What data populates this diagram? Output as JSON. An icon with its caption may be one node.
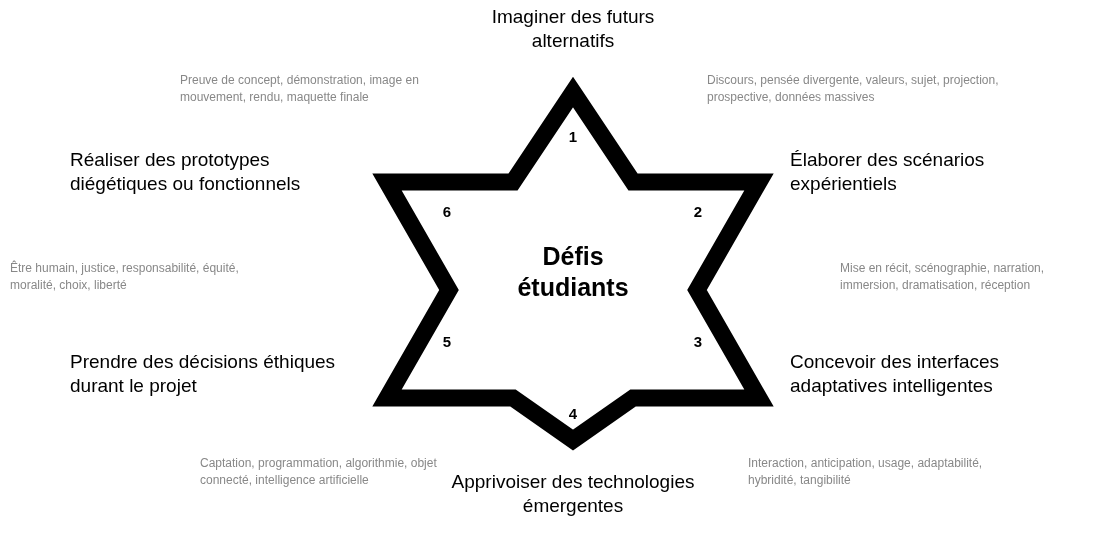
{
  "diagram": {
    "nodes": [
      {
        "text": [
          "Défis étudiants"
        ]
      }
    ],
    "labels": [
      "Imaginer des futurs alternatifs",
      "Preuve de concept, démonstration, image en mouvement, rendu, maquette finale",
      "Discours, pensée divergente, valeurs, sujet, projection, prospective, données massives",
      "1",
      "Réaliser des prototypes diégétiques ou fonctionnels",
      "Élaborer des scénarios expérientiels",
      "6",
      "2",
      "Être humain, justice, responsabilité, équité, moralité, choix, liberté",
      "Mise en récit, scénographie, narration, immersion, dramatisation, réception",
      "5",
      "3",
      "Prendre des décisions éthiques durant le projet",
      "Concevoir des interfaces adaptatives intelligentes",
      "4",
      "Captation, programmation, algorithmie, objet connecté, intelligence artificielle",
      "Interaction, anticipation, usage, adaptabilité, hybridité, tangibilité",
      "Apprivoiser des technologies émergentes"
    ]
  }
}
